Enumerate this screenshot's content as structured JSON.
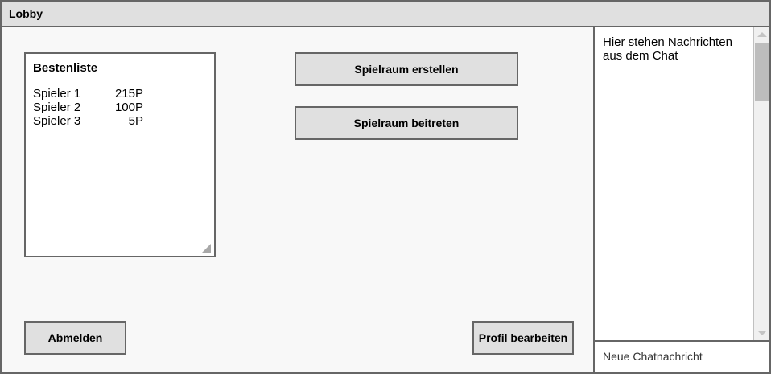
{
  "window": {
    "title": "Lobby"
  },
  "leaderboard": {
    "title": "Bestenliste",
    "rows": [
      {
        "name": "Spieler 1",
        "score": "215P"
      },
      {
        "name": "Spieler 2",
        "score": "100P"
      },
      {
        "name": "Spieler 3",
        "score": "5P"
      }
    ]
  },
  "actions": {
    "create_room": "Spielraum erstellen",
    "join_room": "Spielraum beitreten",
    "logout": "Abmelden",
    "edit_profile": "Profil bearbeiten"
  },
  "chat": {
    "messages_text": "Hier stehen Nachrichten aus dem Chat",
    "input_placeholder": "Neue Chatnachricht"
  }
}
